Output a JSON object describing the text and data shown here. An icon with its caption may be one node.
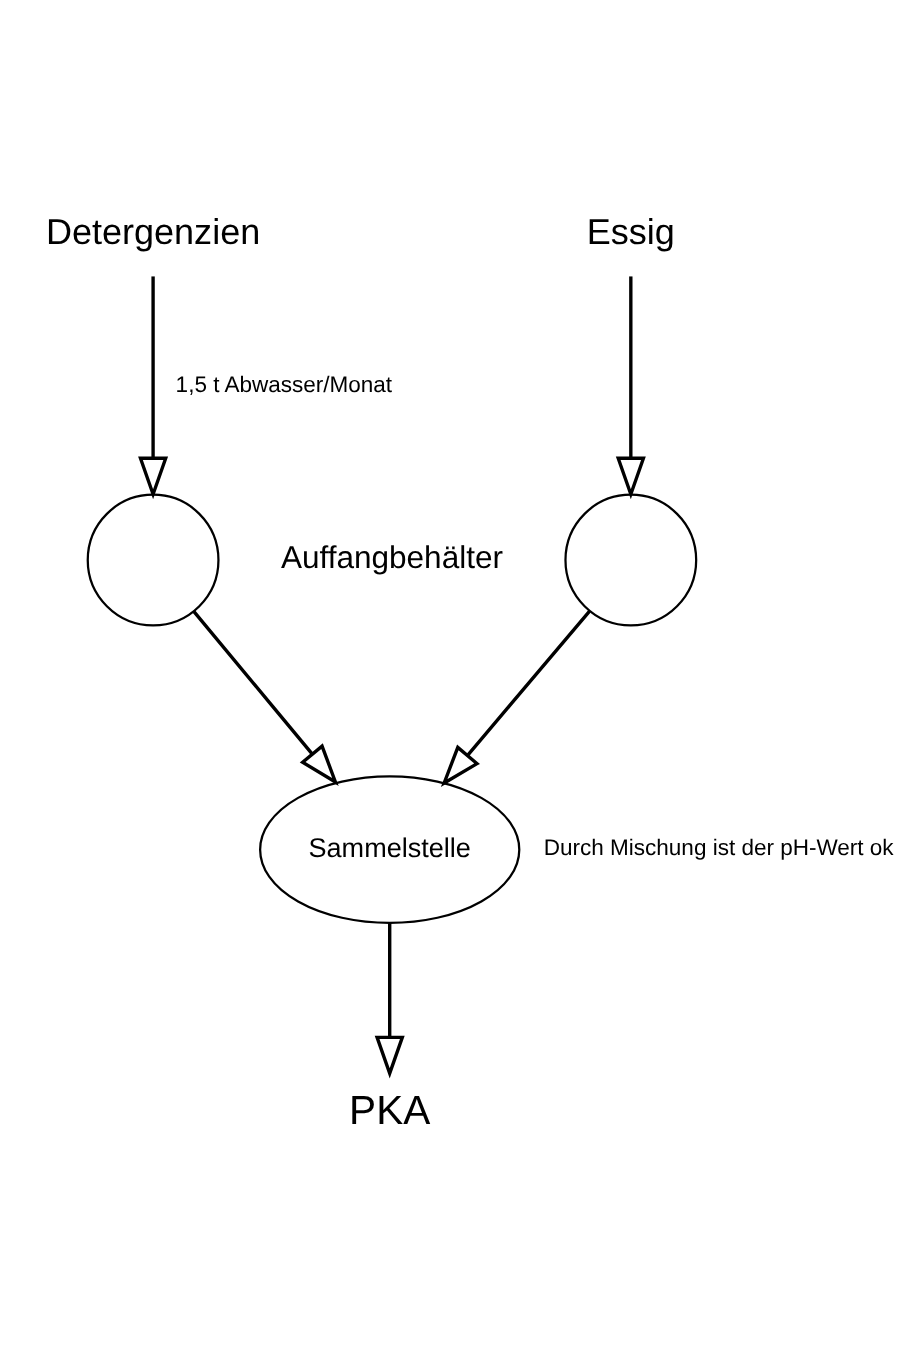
{
  "diagram": {
    "nodes": [
      {
        "text": [
          "Detergenzien"
        ]
      },
      {
        "text": [
          "Essig"
        ]
      },
      {
        "text": [],
        "shape": "circle"
      },
      {
        "text": [],
        "shape": "circle"
      },
      {
        "text": [
          "Sammelstelle"
        ],
        "beside": [
          "Durch Mischung ist der pH-Wert ok"
        ]
      },
      {
        "text": [
          "PKA"
        ]
      }
    ],
    "edges": [
      {
        "from": 0,
        "to": 2,
        "arrow": "to",
        "label": "1,5 t Abwasser/Monat"
      },
      {
        "from": 1,
        "to": 3,
        "arrow": "to"
      },
      {
        "from": 2,
        "to": 4,
        "arrow": "to"
      },
      {
        "from": 3,
        "to": 4,
        "arrow": "to"
      },
      {
        "from": 4,
        "to": 5,
        "arrow": "to"
      }
    ],
    "labels": [
      "Auffangbehälter"
    ]
  }
}
